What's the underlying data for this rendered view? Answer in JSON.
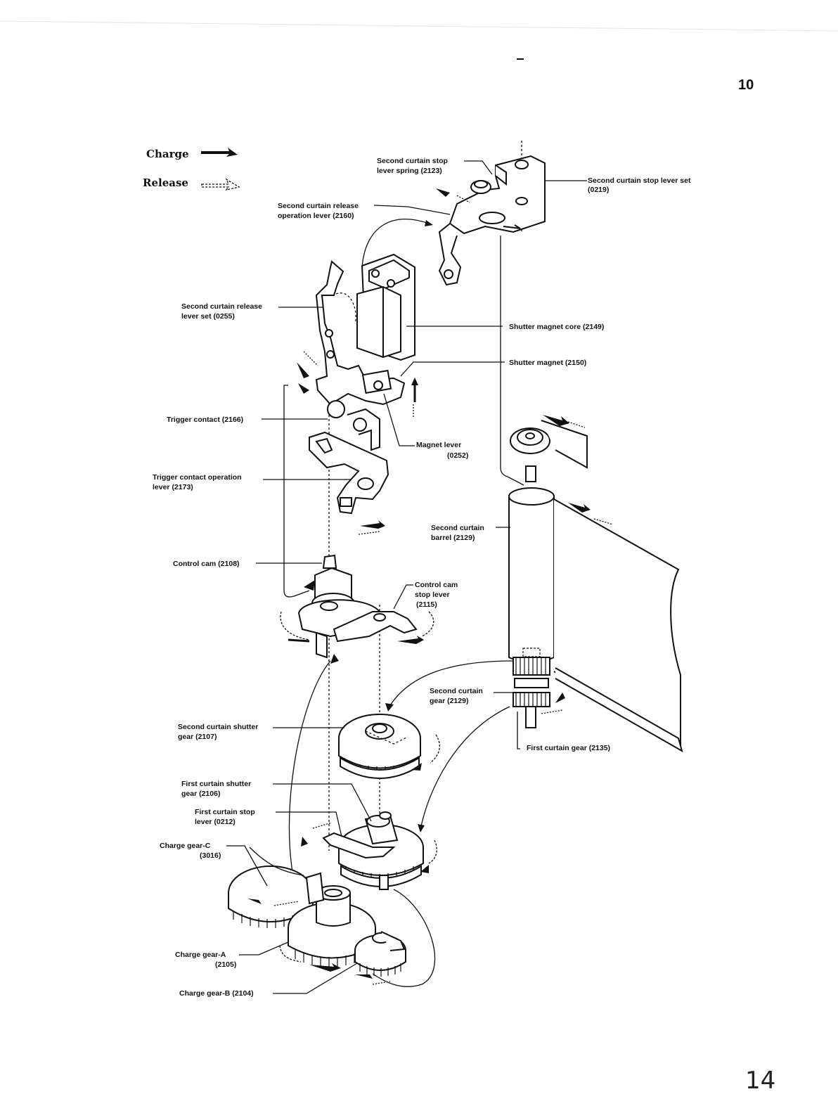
{
  "page_number": "10",
  "handwritten_mark": "14",
  "legend": {
    "charge_label": "Charge",
    "release_label": "Release"
  },
  "labels": {
    "second_curtain_stop_lever_spring": [
      "Second curtain stop",
      "lever spring (2123)"
    ],
    "second_curtain_stop_lever_set": [
      "Second curtain stop lever set",
      "(0219)"
    ],
    "second_curtain_release_operation_lever": [
      "Second curtain release",
      "operation lever (2160)"
    ],
    "second_curtain_release_lever_set": [
      "Second curtain release",
      "lever set (0255)"
    ],
    "shutter_magnet_core": [
      "Shutter magnet core (2149)"
    ],
    "shutter_magnet": [
      "Shutter magnet (2150)"
    ],
    "trigger_contact": [
      "Trigger contact (2166)"
    ],
    "magnet_lever": [
      "Magnet lever",
      "(0252)"
    ],
    "trigger_contact_operation_lever": [
      "Trigger contact operation",
      "lever (2173)"
    ],
    "second_curtain_barrel": [
      "Second curtain",
      "barrel (2129)"
    ],
    "control_cam": [
      "Control cam (2108)"
    ],
    "control_cam_stop_lever": [
      "Control cam",
      "stop lever",
      "(2115)"
    ],
    "second_curtain_gear": [
      "Second curtain",
      "gear (2129)"
    ],
    "second_curtain_shutter_gear": [
      "Second curtain shutter",
      "gear (2107)"
    ],
    "first_curtain_gear": [
      "First curtain gear (2135)"
    ],
    "first_curtain_shutter_gear": [
      "First curtain shutter",
      "gear (2106)"
    ],
    "first_curtain_stop_lever": [
      "First curtain stop",
      "lever (0212)"
    ],
    "charge_gear_c": [
      "Charge gear-C",
      "(3016)"
    ],
    "charge_gear_a": [
      "Charge gear-A",
      "(2105)"
    ],
    "charge_gear_b": [
      "Charge gear-B (2104)"
    ]
  }
}
